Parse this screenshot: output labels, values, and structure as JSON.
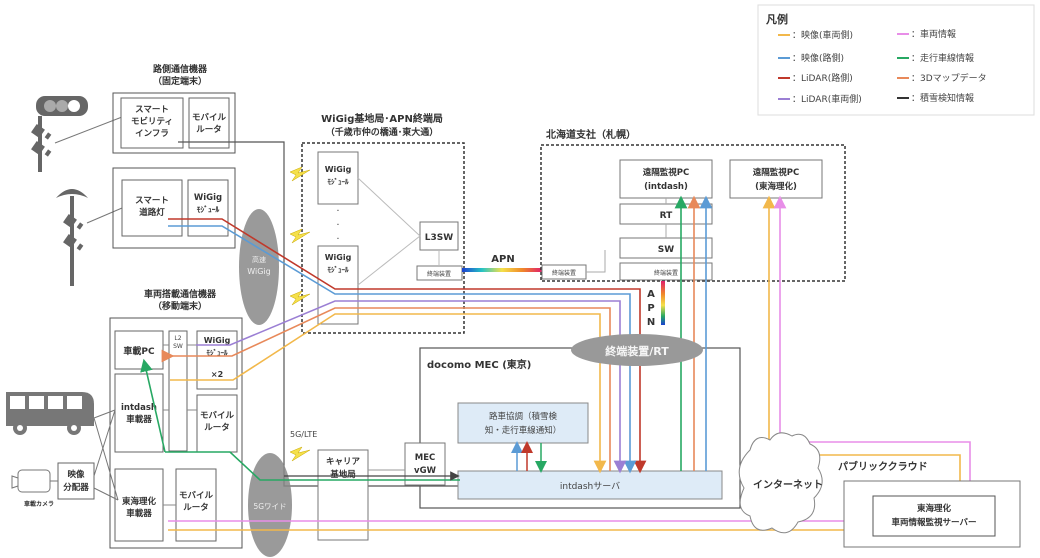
{
  "legend": {
    "title": "凡例",
    "items": [
      {
        "label": "：映像(車両側)",
        "color": "#f2b84b"
      },
      {
        "label": "：映像(路側)",
        "color": "#5b9bd5"
      },
      {
        "label": "：LiDAR(路側)",
        "color": "#c0392b"
      },
      {
        "label": "：LiDAR(車両側)",
        "color": "#9b7fd4"
      },
      {
        "label": "：車両情報",
        "color": "#e88ee8"
      },
      {
        "label": "：走行車線情報",
        "color": "#27a863"
      },
      {
        "label": "：3Dマップデータ",
        "color": "#e8895a"
      },
      {
        "label": "：積雪検知情報",
        "color": "#333333"
      }
    ]
  },
  "roadside": {
    "title": "路側通信機器",
    "subtitle": "（固定端末）",
    "smart_mobility": [
      "スマート",
      "モビリティ",
      "インフラ"
    ],
    "mobile_router": [
      "モバイル",
      "ルータ"
    ],
    "smart_streetlight": [
      "スマート",
      "道路灯"
    ],
    "wigig_module": [
      "WiGig",
      "ﾓｼﾞｭｰﾙ"
    ]
  },
  "vehicle": {
    "title": "車両搭載通信機器",
    "subtitle": "（移動端末）",
    "onboard_pc": "車載PC",
    "l2sw": [
      "L2",
      "SW"
    ],
    "wigig_module": [
      "WiGig",
      "ﾓｼﾞｭｰﾙ"
    ],
    "x2": "×2",
    "intdash_unit": [
      "intdash",
      "車載器"
    ],
    "mobile_router": [
      "モバイル",
      "ルータ"
    ],
    "tokai_unit": [
      "東海理化",
      "車載器"
    ],
    "mobile_router2": [
      "モバイル",
      "ルータ"
    ],
    "splitter": [
      "映像",
      "分配器"
    ],
    "camera_label": "車載カメラ"
  },
  "wireless": {
    "high_wigig": [
      "高速",
      "WiGig"
    ],
    "wide_5g": "5Gワイド",
    "lte_label": "5G/LTE"
  },
  "base_station": {
    "title": "WiGig基地局･APN終端局",
    "subtitle": "（千歳市仲の橋通･東大通）",
    "wigig1": [
      "WiGig",
      "ﾓｼﾞｭｰﾙ"
    ],
    "wigig2": [
      "WiGig",
      "ﾓｼﾞｭｰﾙ"
    ],
    "l3sw": "L3SW",
    "terminal": "終端装置",
    "apn": "APN"
  },
  "hokkaido": {
    "title": "北海道支社（札幌）",
    "monitor_intdash": [
      "遠隔監視PC",
      "(intdash)"
    ],
    "monitor_tokai": [
      "遠隔監視PC",
      "(東海理化)"
    ],
    "rt": "RT",
    "sw": "SW",
    "terminal": "終端装置",
    "terminal_left": "終端装置"
  },
  "apn_vertical": [
    "A",
    "P",
    "N"
  ],
  "mec": {
    "title": "docomo MEC (東京)",
    "terminal_rt": "終端装置/RT",
    "road_coord": [
      "路車協調（積雪検",
      "知・走行車線通知）"
    ],
    "intdash_server": "intdashサーバ",
    "mec_vgw": [
      "MEC",
      "vGW"
    ],
    "carrier": [
      "キャリア",
      "基地局"
    ]
  },
  "internet": "インターネット",
  "public_cloud": {
    "title": "パブリッククラウド",
    "server": [
      "東海理化",
      "車両情報監視サーバー"
    ]
  }
}
